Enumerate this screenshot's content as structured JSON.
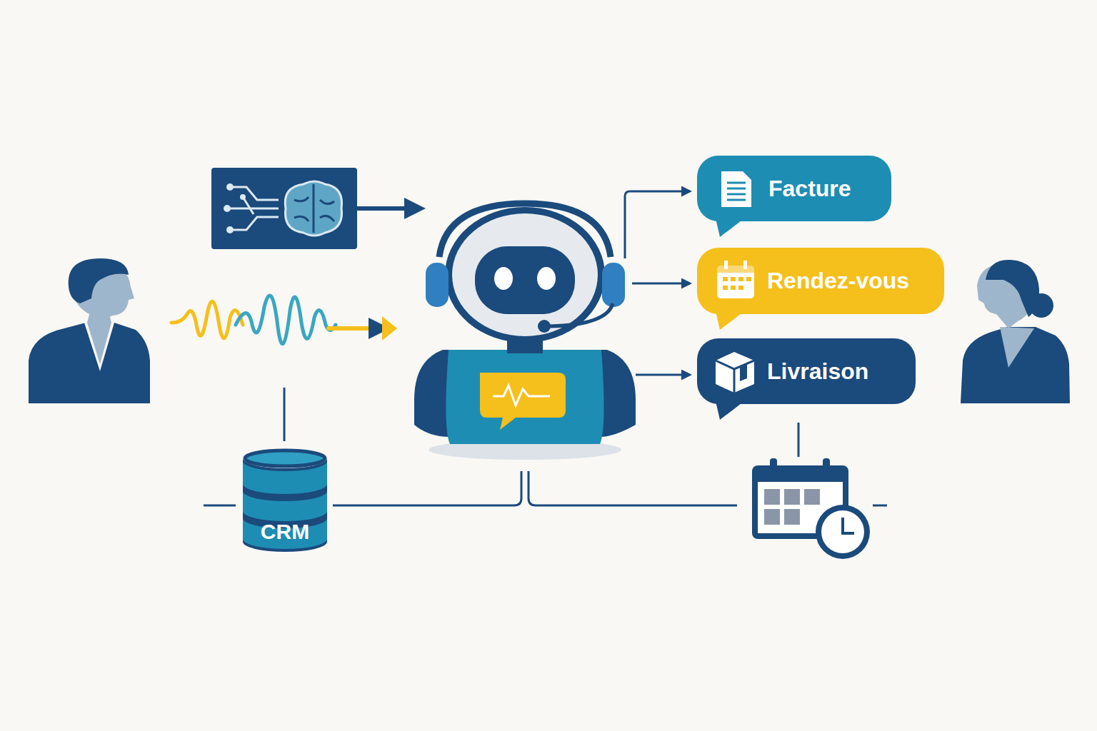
{
  "diagram": {
    "nodes": [
      {
        "text": [
          "Facture"
        ]
      },
      {
        "text": [
          "Rendez-vous"
        ]
      },
      {
        "text": [
          "Livraison"
        ]
      },
      {
        "text": [
          "CRM"
        ]
      }
    ]
  }
}
